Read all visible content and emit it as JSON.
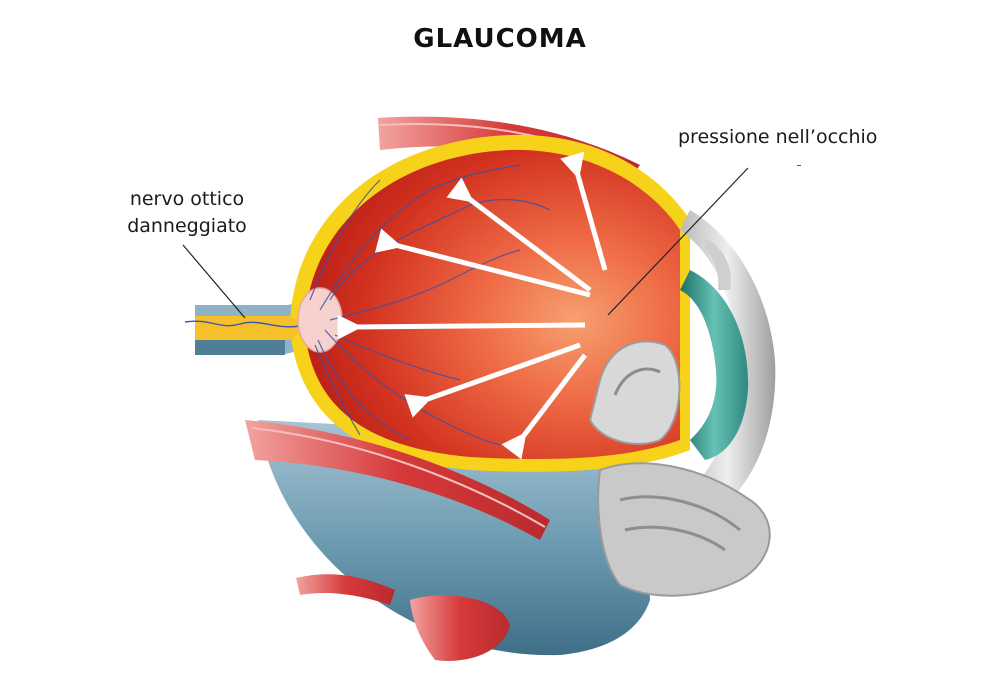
{
  "title": "GLAUCOMA",
  "labels": {
    "nerve_line1": "nervo ottico",
    "nerve_line2": "danneggiato",
    "pressure": "pressione nell’occhio"
  },
  "colors": {
    "retina_dark": "#c0241a",
    "retina_light": "#f08a5a",
    "sclera_blue": "#5f93ab",
    "muscle_red": "#d63a3a",
    "lens_teal": "#3c9a8e",
    "yellow_layer": "#f6d21b"
  }
}
